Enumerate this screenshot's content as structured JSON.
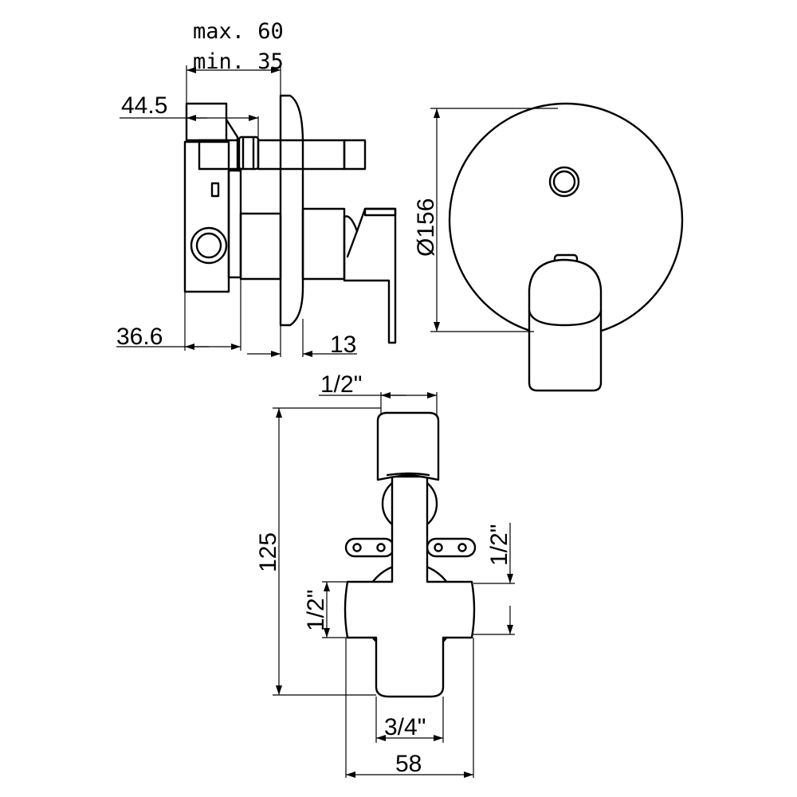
{
  "dimensions": {
    "max_depth": "max. 60",
    "min_depth": "min. 35",
    "inlet_offset": "44.5",
    "body_depth": "36.6",
    "cover_offset": "13",
    "plate_diameter": "Ø156",
    "top_outlet": "1/2\"",
    "overall_height": "125",
    "right_inlet": "1/2\"",
    "left_inlet": "1/2\"",
    "bottom_outlet": "3/4\"",
    "overall_width": "58"
  }
}
